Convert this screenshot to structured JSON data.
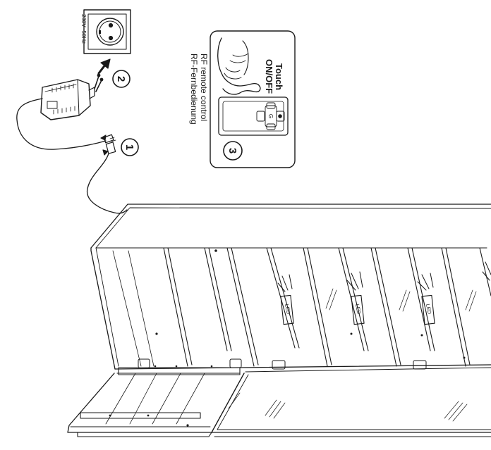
{
  "socket": {
    "voltage_label": "230V~50Hz"
  },
  "steps": [
    {
      "number": "1"
    },
    {
      "number": "2"
    },
    {
      "number": "3"
    }
  ],
  "touch_card": {
    "title_line1": "Touch",
    "title_line2": "ON/OFF"
  },
  "remote": {
    "label_en": "RF remote control",
    "label_de": "RF-Fernbedienung",
    "center_button": "G"
  },
  "led_label": "LED",
  "colors": {
    "line": "#1a1a1a",
    "background": "#ffffff"
  }
}
